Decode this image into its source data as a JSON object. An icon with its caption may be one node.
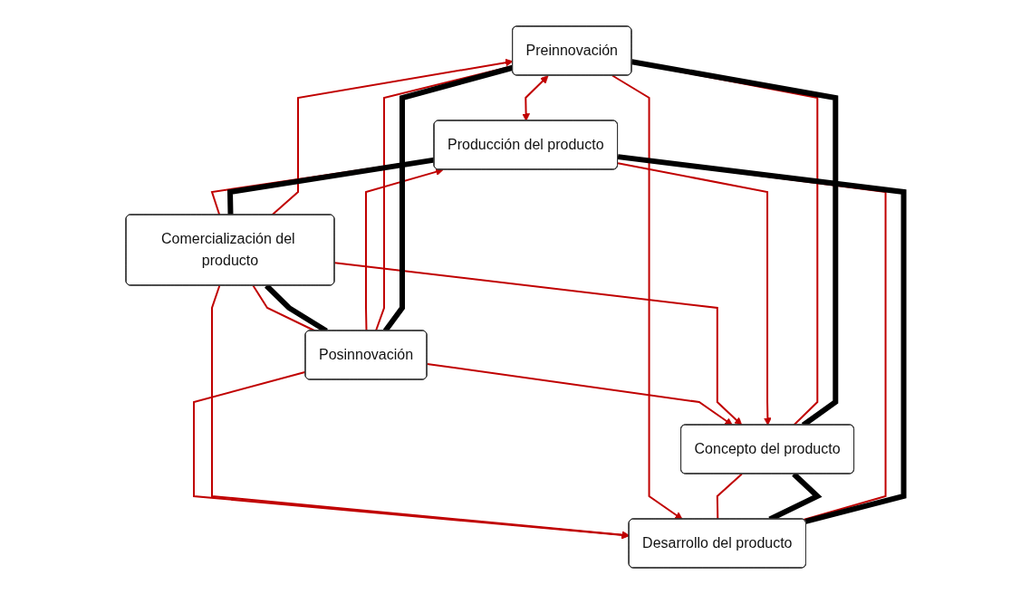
{
  "diagram": {
    "nodes": [
      {
        "text": [
          "Preinnovación"
        ]
      },
      {
        "text": [
          "Posinnovación"
        ]
      },
      {
        "text": [
          "Concepto del producto"
        ]
      },
      {
        "text": [
          "Comercialización del producto"
        ]
      },
      {
        "text": [
          "Desarrollo del producto"
        ]
      },
      {
        "text": [
          "Producción del producto"
        ]
      }
    ],
    "edges": [
      {
        "from": 1,
        "to": 2,
        "arrow": "to"
      },
      {
        "from": 1,
        "to": 4,
        "arrow": "to"
      },
      {
        "from": 1,
        "to": 5,
        "arrow": "to"
      },
      {
        "from": 3,
        "to": 4,
        "arrow": "to"
      },
      {
        "from": 3,
        "to": 2,
        "arrow": "to"
      },
      {
        "from": 3,
        "to": 0,
        "arrow": "to"
      },
      {
        "from": 0,
        "to": 5,
        "arrow": "both"
      },
      {
        "from": 0,
        "to": 4,
        "arrow": "to"
      },
      {
        "from": 5,
        "to": 2,
        "arrow": "to"
      },
      {
        "from": 0,
        "to": 2,
        "arrow": "none"
      },
      {
        "from": 2,
        "to": 4,
        "arrow": "none"
      },
      {
        "from": 4,
        "to": 5,
        "arrow": "none"
      },
      {
        "from": 5,
        "to": 3,
        "arrow": "none"
      },
      {
        "from": 3,
        "to": 1,
        "arrow": "none"
      },
      {
        "from": 1,
        "to": 0,
        "arrow": "none"
      },
      {
        "from": 0,
        "to": 2,
        "arrow": "none",
        "style": "thick",
        "color": "#000000"
      },
      {
        "from": 2,
        "to": 4,
        "arrow": "none",
        "style": "thick",
        "color": "#000000"
      },
      {
        "from": 4,
        "to": 5,
        "arrow": "none",
        "style": "thick",
        "color": "#000000"
      },
      {
        "from": 5,
        "to": 3,
        "arrow": "none",
        "style": "thick",
        "color": "#000000"
      },
      {
        "from": 3,
        "to": 1,
        "arrow": "none",
        "style": "thick",
        "color": "#000000"
      },
      {
        "from": 1,
        "to": 0,
        "arrow": "none",
        "style": "thick",
        "color": "#000000"
      }
    ]
  }
}
